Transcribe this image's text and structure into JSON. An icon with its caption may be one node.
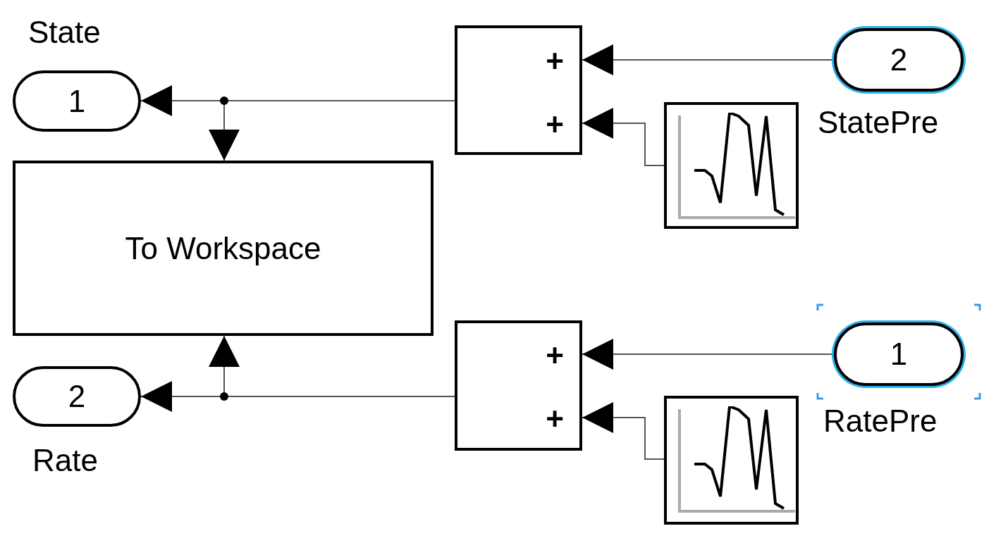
{
  "diagram": {
    "nodes": [
      {
        "text": [
          "1"
        ],
        "beside": [
          "State"
        ]
      },
      {
        "text": [
          "To Workspace"
        ]
      },
      {
        "text": [
          "2"
        ],
        "beside": [
          "Rate"
        ]
      },
      {
        "text": [
          "+",
          "+"
        ]
      },
      {
        "text": [],
        "shape": "picture"
      },
      {
        "text": [
          "2"
        ],
        "beside": [
          "StatePre"
        ]
      },
      {
        "text": [
          "+",
          "+"
        ]
      },
      {
        "text": [],
        "shape": "picture"
      },
      {
        "text": [
          "1"
        ],
        "beside": [
          "RatePre"
        ]
      }
    ],
    "edges": [
      {
        "from": 3,
        "to": 0,
        "arrow": "to"
      },
      {
        "from": 3,
        "to": 1,
        "arrow": "to"
      },
      {
        "from": 5,
        "to": 3,
        "arrow": "to"
      },
      {
        "from": 4,
        "to": 3,
        "arrow": "to"
      },
      {
        "from": 6,
        "to": 2,
        "arrow": "to"
      },
      {
        "from": 6,
        "to": 1,
        "arrow": "to"
      },
      {
        "from": 8,
        "to": 6,
        "arrow": "to"
      },
      {
        "from": 7,
        "to": 6,
        "arrow": "to"
      }
    ]
  }
}
